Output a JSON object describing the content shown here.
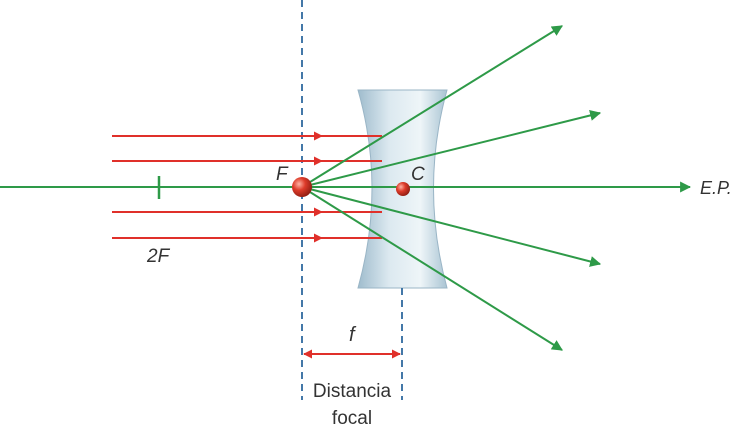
{
  "labels": {
    "focal_point": "F",
    "center": "C",
    "double_focal": "2F",
    "principal_axis": "E.P.",
    "focal_length_symbol": "f",
    "caption_line1": "Distancia",
    "caption_line2": "focal"
  },
  "colors": {
    "principal_axis": "#2e9a48",
    "incident_rays": "#e0302a",
    "refracted_rays": "#2e9a48",
    "dashed_lines": "#2f6a9e",
    "focal_arrow": "#e0302a",
    "lens_fill": "#c9dde8",
    "point_marker": "#d23a2a"
  },
  "lens": {
    "type": "diverging (concave)"
  },
  "incident_ray_count": 4,
  "refracted_ray_count": 4
}
